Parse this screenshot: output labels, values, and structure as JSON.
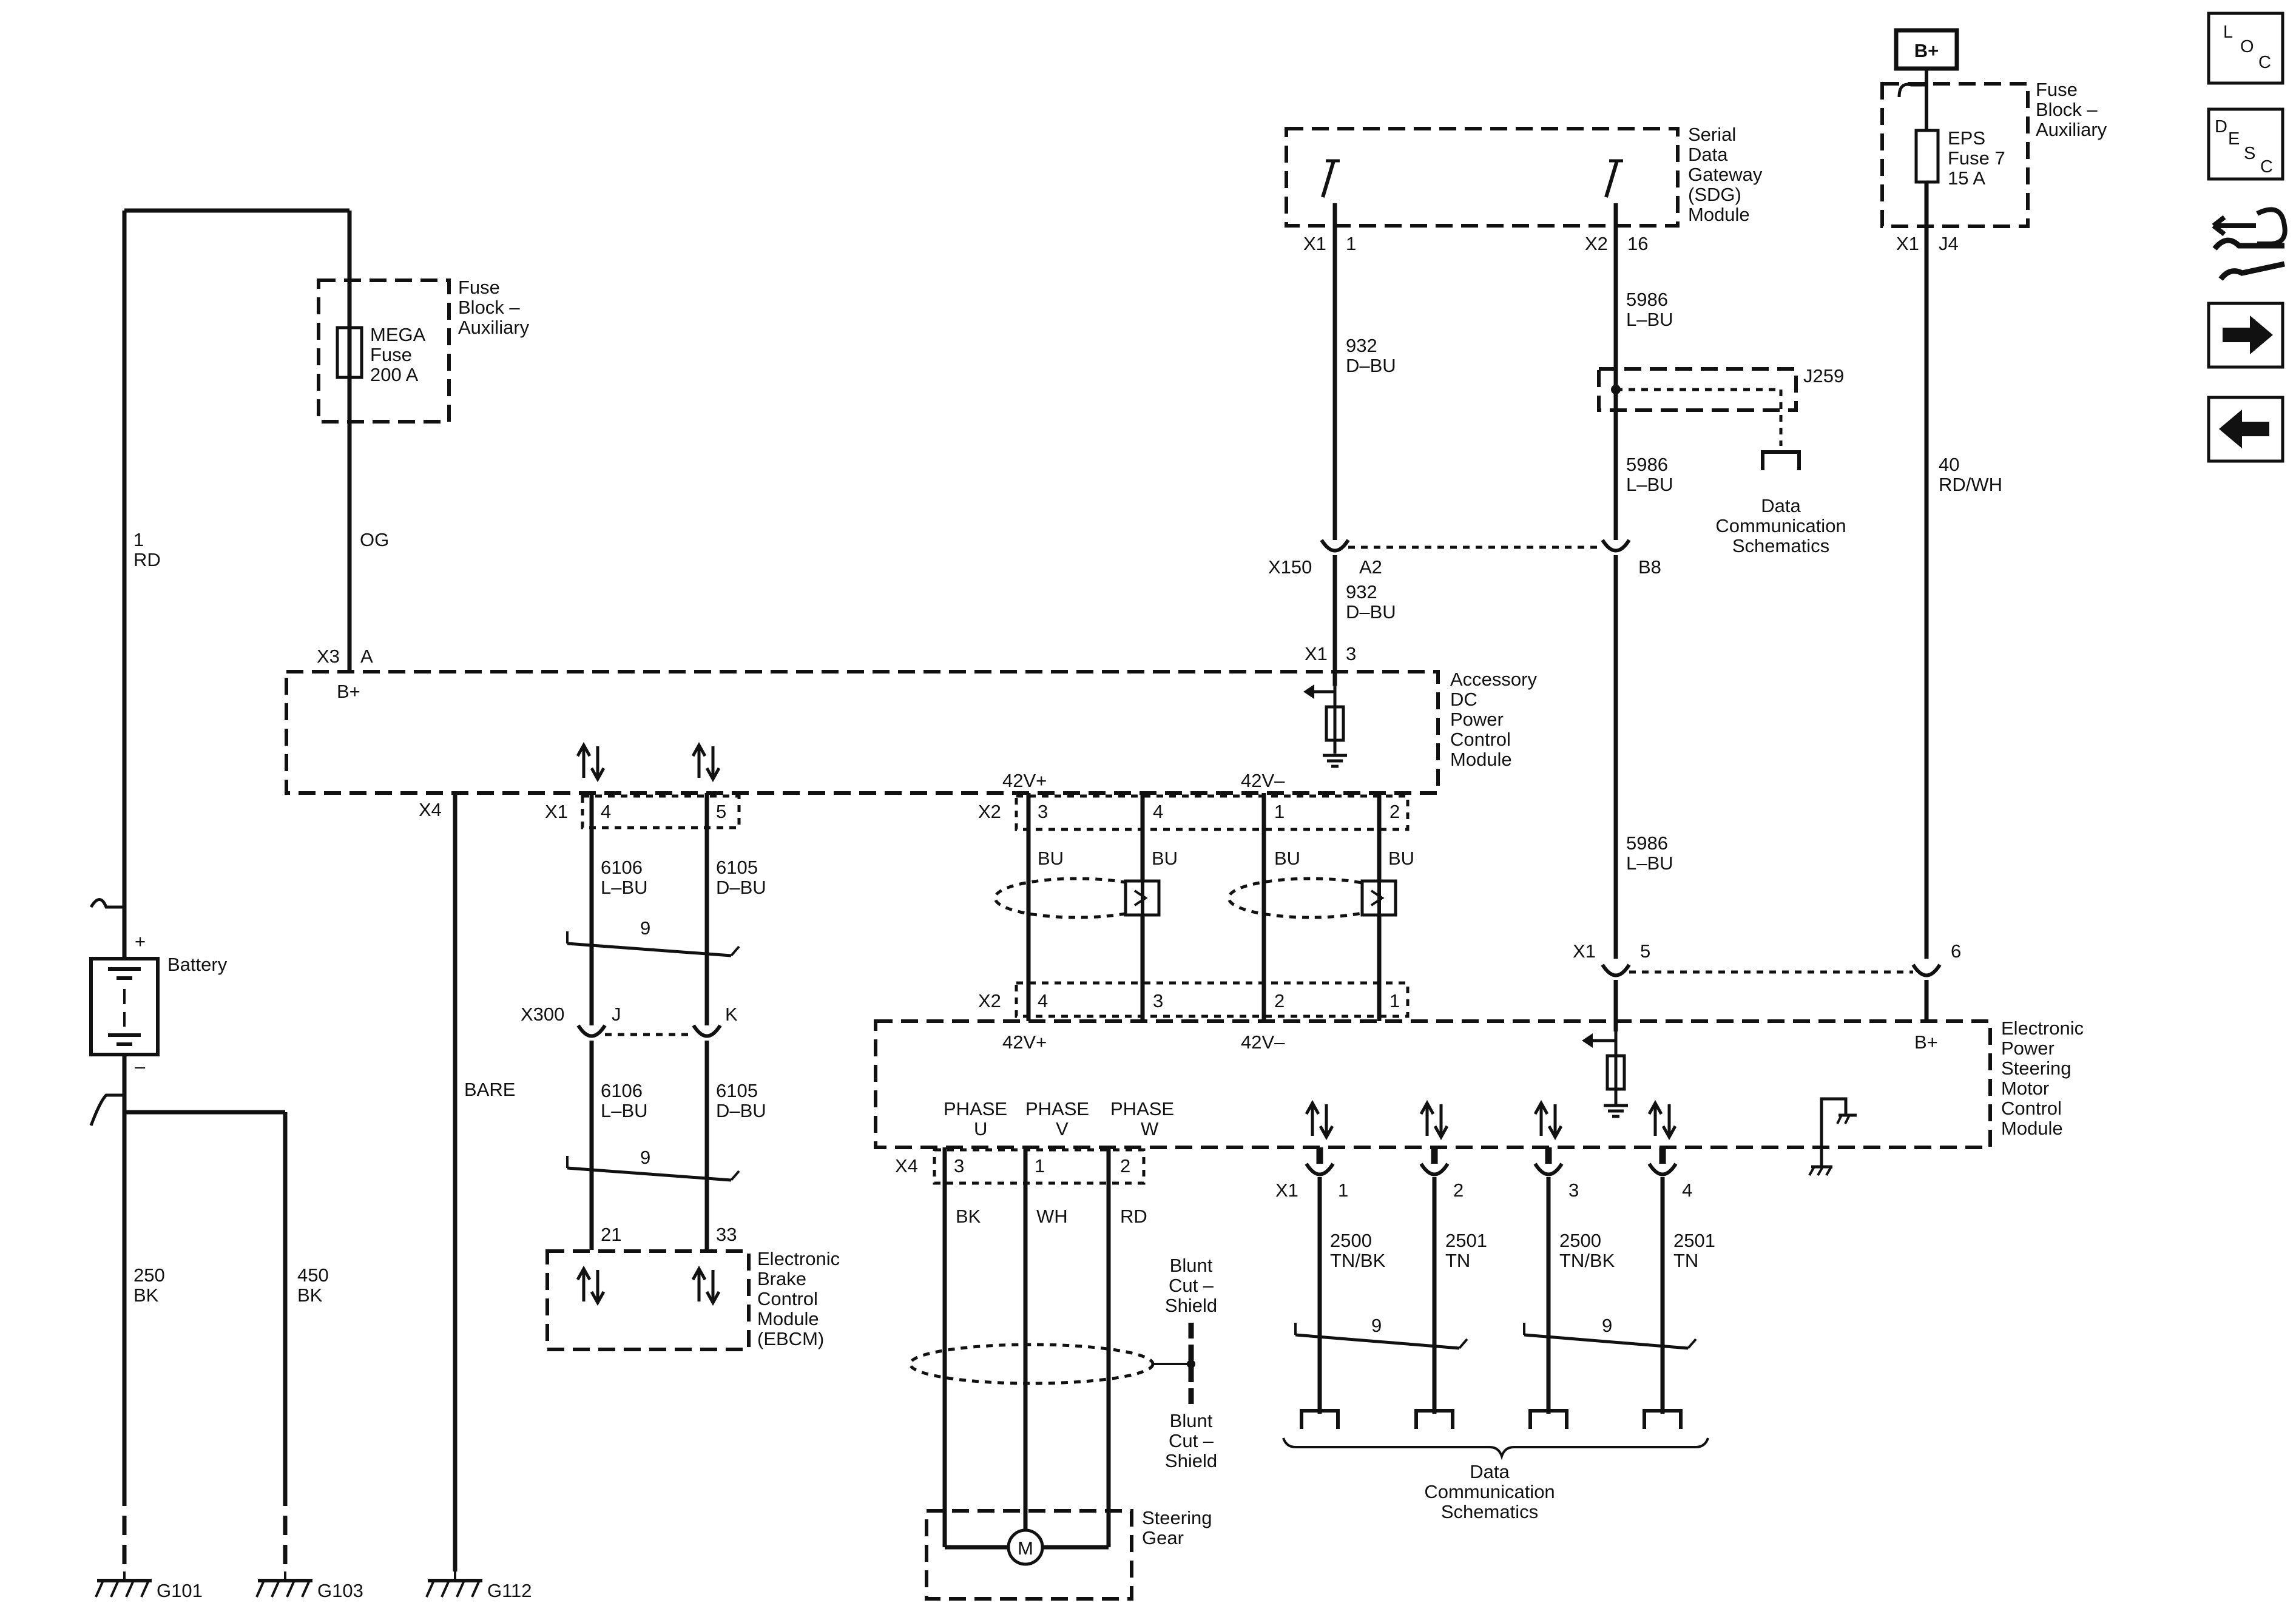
{
  "modules": {
    "sdg": "Serial Data Gateway (SDG) Module",
    "fuse_aux": "Fuse Block – Auxiliary",
    "accessory_dc": "Accessory DC Power Control Module",
    "eps_motor": "Electronic Power Steering Motor Control Module",
    "ebcm": "Electronic Brake Control Module (EBCM)",
    "steering_gear": "Steering Gear",
    "battery": "Battery"
  },
  "fuses": {
    "mega": "MEGA Fuse 200 A",
    "eps": "EPS Fuse 7 15 A"
  },
  "labels": {
    "bplus_box": "B+",
    "bplus": "B+",
    "j259": "J259",
    "data_comm": "Data Communication Schematics",
    "blunt_cut": "Blunt Cut – Shield",
    "shield_num": "9",
    "plus": "+",
    "minus": "–",
    "motor": "M",
    "v42p": "42V+",
    "v42m": "42V–",
    "phase_u": "PHASE U",
    "phase_v": "PHASE V",
    "phase_w": "PHASE W"
  },
  "connectors": {
    "x1": "X1",
    "x2": "X2",
    "x3": "X3",
    "x4": "X4",
    "x150": "X150",
    "x300": "X300",
    "A": "A",
    "A2": "A2",
    "B8": "B8",
    "J4": "J4",
    "J": "J",
    "K": "K",
    "p1": "1",
    "p2": "2",
    "p3": "3",
    "p4": "4",
    "p5": "5",
    "p6": "6",
    "p16": "16",
    "p21": "21",
    "p33": "33"
  },
  "wires": {
    "w1": "1 RD",
    "og": "OG",
    "w250": "250 BK",
    "w450": "450 BK",
    "bare": "BARE",
    "w932": "932 D–BU",
    "w5986": "5986 L–BU",
    "w40": "40 RD/WH",
    "w6106": "6106 L–BU",
    "w6105": "6105 D–BU",
    "bu": "BU",
    "bk": "BK",
    "wh": "WH",
    "rd": "RD",
    "w2500": "2500 TN/BK",
    "w2501": "2501 TN"
  },
  "grounds": {
    "g101": "G101",
    "g103": "G103",
    "g112": "G112"
  },
  "nav_icons": [
    {
      "name": "loc-icon",
      "text": "LOC"
    },
    {
      "name": "desc-icon",
      "text": "DESC"
    },
    {
      "name": "tools-connector-icon",
      "text": ""
    },
    {
      "name": "next-arrow-icon",
      "text": ""
    },
    {
      "name": "previous-arrow-icon",
      "text": ""
    }
  ]
}
